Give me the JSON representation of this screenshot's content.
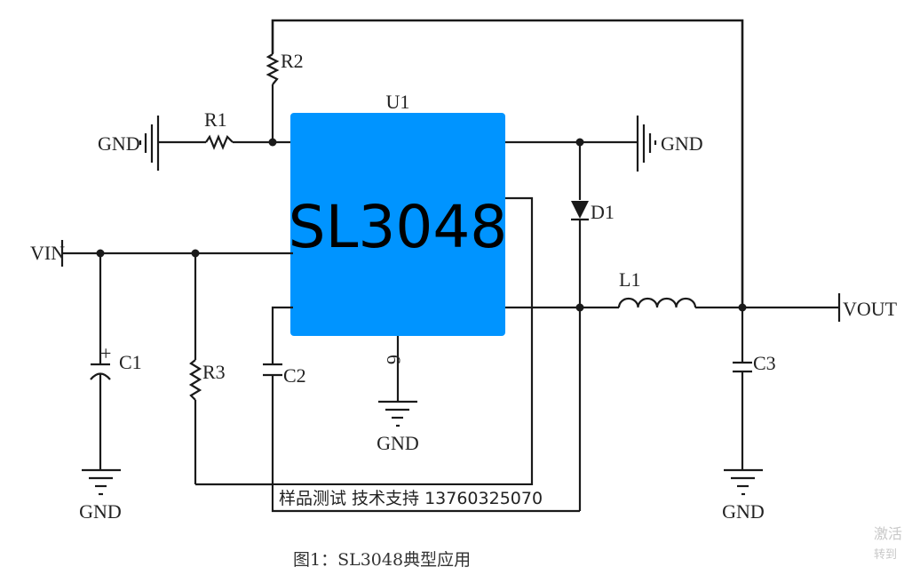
{
  "chip": {
    "ref": "U1",
    "part": "SL3048",
    "color": "#0094FF"
  },
  "labels": {
    "r1": "R1",
    "r2": "R2",
    "r3": "R3",
    "c1": "C1",
    "c1_polarity": "+",
    "c2": "C2",
    "c3": "C3",
    "d1": "D1",
    "l1": "L1",
    "vin": "VIN",
    "vout": "VOUT",
    "gnd_left": "GND",
    "gnd_right": "GND",
    "gnd_c1": "GND",
    "gnd_chip": "GND",
    "gnd_c3": "GND",
    "pin_6": "6"
  },
  "note": "样品测试 技术支持 13760325070",
  "caption": "图1：SL3048典型应用",
  "watermark": {
    "line1": "激活",
    "line2": "转到"
  }
}
